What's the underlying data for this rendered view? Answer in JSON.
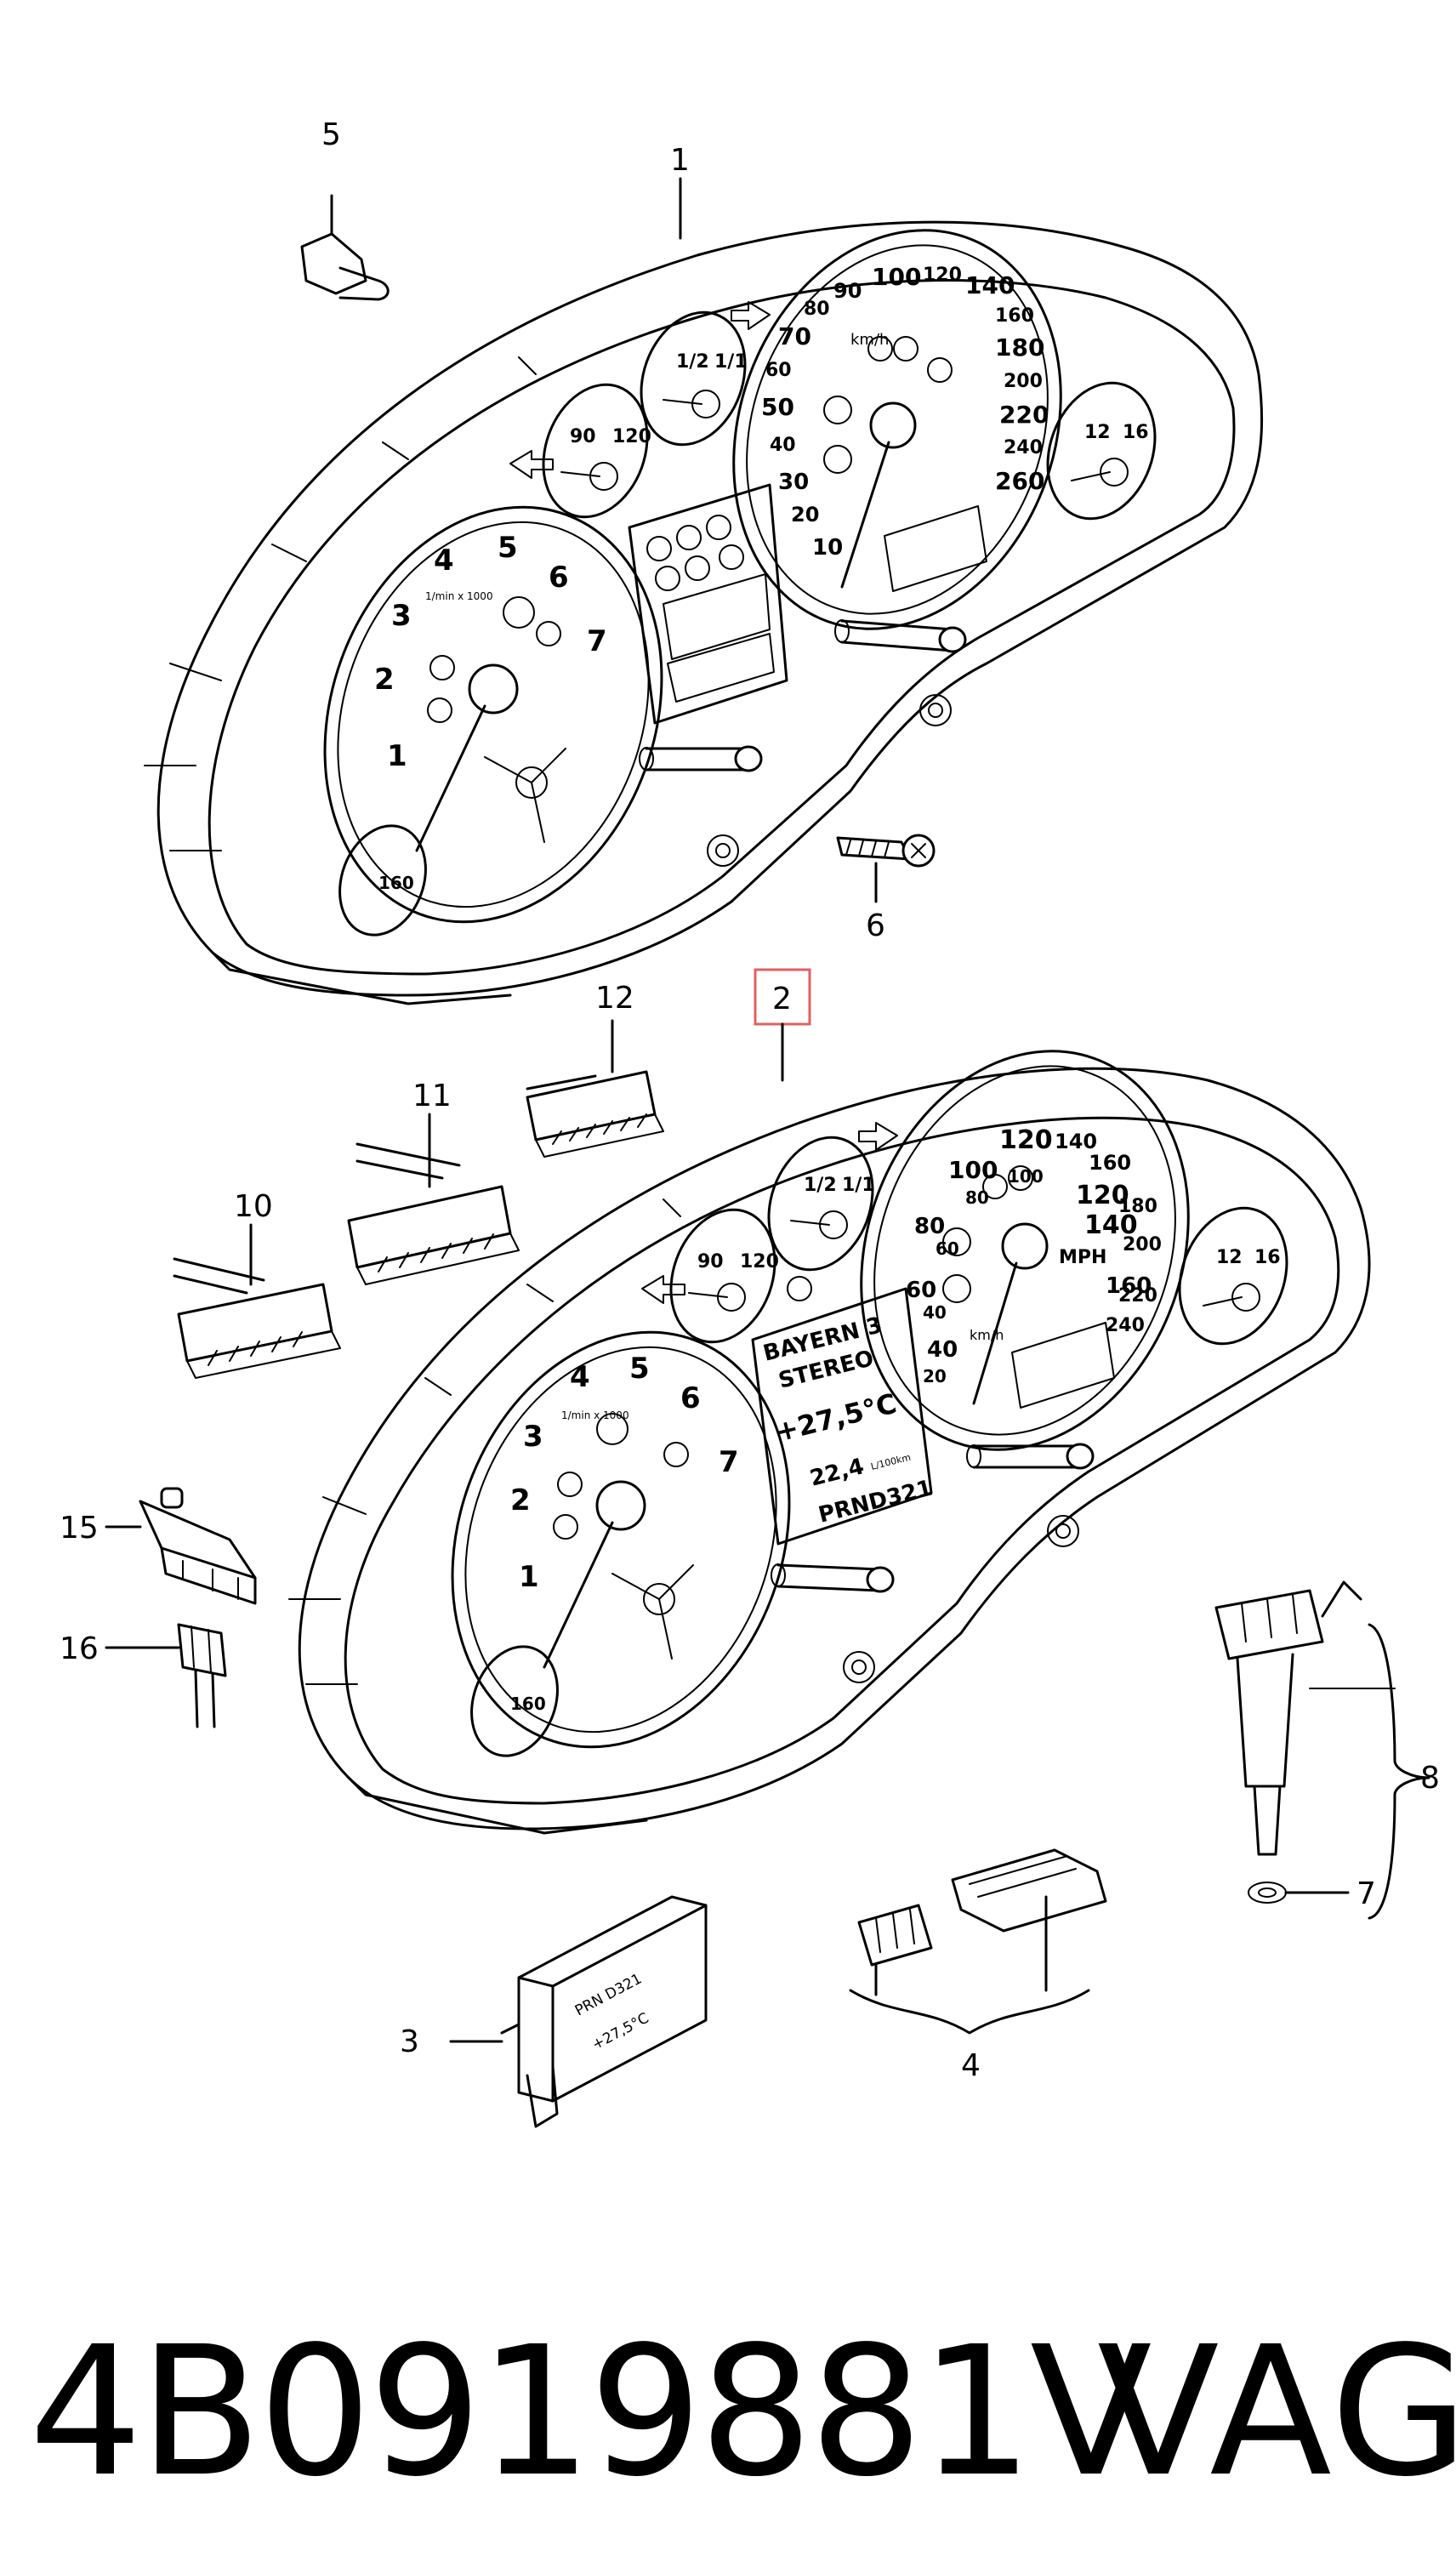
{
  "callouts": {
    "c1": "1",
    "c2": "2",
    "c3": "3",
    "c4": "4",
    "c5": "5",
    "c6": "6",
    "c7": "7",
    "c8": "8",
    "c10": "10",
    "c11": "11",
    "c12": "12",
    "c15": "15",
    "c16": "16"
  },
  "highlight_color": "#e06060",
  "gauge_labels": {
    "kmh": [
      "10",
      "20",
      "30",
      "40",
      "50",
      "60",
      "70",
      "80",
      "90",
      "100",
      "120",
      "140",
      "160",
      "180",
      "200",
      "220",
      "240",
      "260"
    ],
    "kmh_unit": "km/h",
    "rpm": [
      "1",
      "2",
      "3",
      "4",
      "5",
      "6",
      "7"
    ],
    "rpm_unit": "1/min x 1000",
    "temp": [
      "90",
      "120"
    ],
    "fuel": [
      "1/2",
      "1/1"
    ],
    "volt": [
      "12",
      "16"
    ],
    "mph_inner": [
      "20",
      "40",
      "60",
      "80",
      "100",
      "120",
      "140",
      "160"
    ],
    "mph_outer": [
      "40",
      "60",
      "80",
      "100",
      "120",
      "140",
      "160",
      "180",
      "200",
      "220",
      "240"
    ],
    "mph_unit": "MPH",
    "rpm2": [
      "1",
      "2",
      "3",
      "4",
      "5",
      "6",
      "7"
    ],
    "small_160": "160"
  },
  "display": {
    "line1": "BAYERN 3",
    "line2": "STEREO",
    "temp": "+27,5°C",
    "consumption": "22,4",
    "consumption_unit": "L/100km",
    "gears": "PRND321"
  },
  "module": {
    "readout": "+27,5°C",
    "digits": "PRN D321"
  },
  "footer": {
    "part_number": "4B0919881V",
    "brand": "VAG"
  }
}
